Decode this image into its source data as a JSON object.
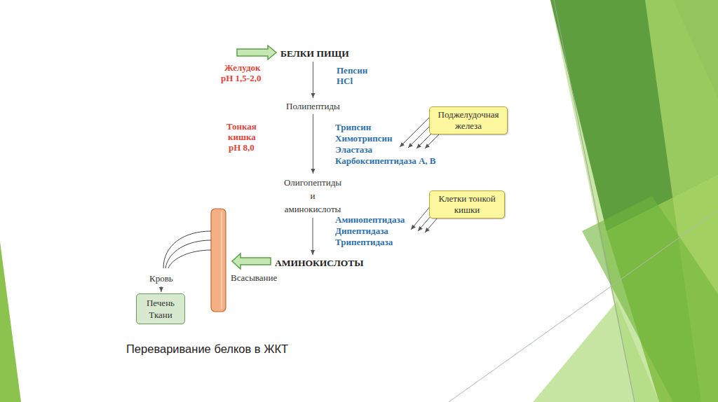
{
  "diagram": {
    "caption": "Переваривание белков в ЖКТ",
    "nodes": [
      {
        "text": [
          "БЕЛКИ ПИЩИ"
        ]
      },
      {
        "text": [
          "Полипептиды"
        ]
      },
      {
        "text": [
          "Поджелудочная железа"
        ]
      },
      {
        "text": [
          "Олигопептиды и аминокислоты"
        ]
      },
      {
        "text": [
          "Клетки тонкой кишки"
        ]
      },
      {
        "text": [
          "АМИНОКИСЛОТЫ"
        ]
      },
      {
        "text": [
          "Кровь"
        ]
      },
      {
        "text": [
          "Печень Ткани"
        ]
      }
    ],
    "edges": [
      {
        "from": 0,
        "to": 1,
        "arrow": "to"
      },
      {
        "from": 1,
        "to": 3,
        "arrow": "to"
      },
      {
        "from": 3,
        "to": 5,
        "arrow": "to"
      },
      {
        "from": 6,
        "to": 7,
        "arrow": "to"
      }
    ],
    "labels": [
      "Желудок",
      "pH 1,5-2,0",
      "Пепсин",
      "HCl",
      "Тонкая",
      "кишка",
      "pH 8,0",
      "Трипсин",
      "Химотрипсин",
      "Эластаза",
      "Карбоксипептидаза А, В",
      "Аминопептидаза",
      "Дипептидаза",
      "Трипептидаза",
      "Всасывание"
    ]
  }
}
